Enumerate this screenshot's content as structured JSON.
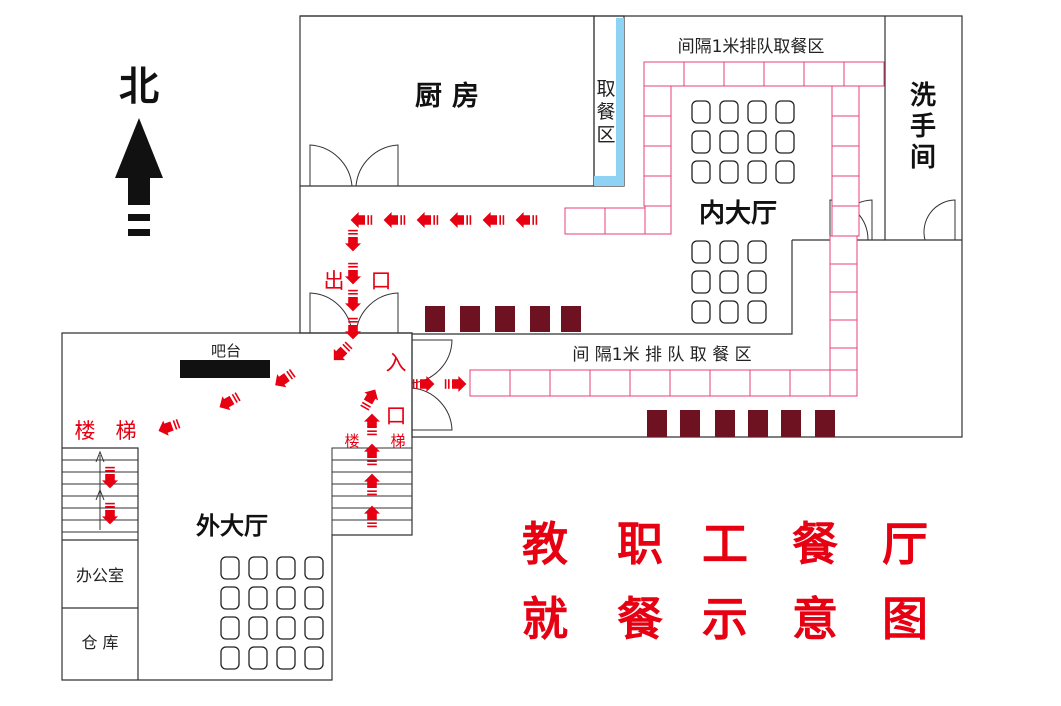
{
  "colors": {
    "wall": "#333333",
    "queue": "#e5407a",
    "arrow": "#e60012",
    "table_block": "#6e1222",
    "window": "#8fd3f4",
    "title": "#e60012"
  },
  "labels": {
    "north": "北",
    "kitchen": "厨房",
    "pickup_area": [
      "取",
      "餐",
      "区"
    ],
    "washroom": [
      "洗",
      "手",
      "间"
    ],
    "queue_top": "间隔1米排队取餐区",
    "queue_middle": "间 隔1米 排 队 取 餐 区",
    "inner_hall": "内大厅",
    "outer_hall": "外大厅",
    "bar": "吧台",
    "exit_1": "出",
    "exit_2": "口",
    "entrance_1": "入",
    "entrance_2": "口",
    "stairs_left_1": "楼",
    "stairs_left_2": "梯",
    "stairs_right_1": "楼",
    "stairs_right_2": "梯",
    "office": "办公室",
    "storage": "仓 库"
  },
  "title": {
    "line1": [
      "教",
      "职",
      "工",
      "餐",
      "厅"
    ],
    "line2": [
      "就",
      "餐",
      "示",
      "意",
      "图"
    ]
  },
  "icons": {
    "north_arrow": "north-arrow-icon",
    "flow_arrow": "red-chevron-arrow-icon"
  }
}
